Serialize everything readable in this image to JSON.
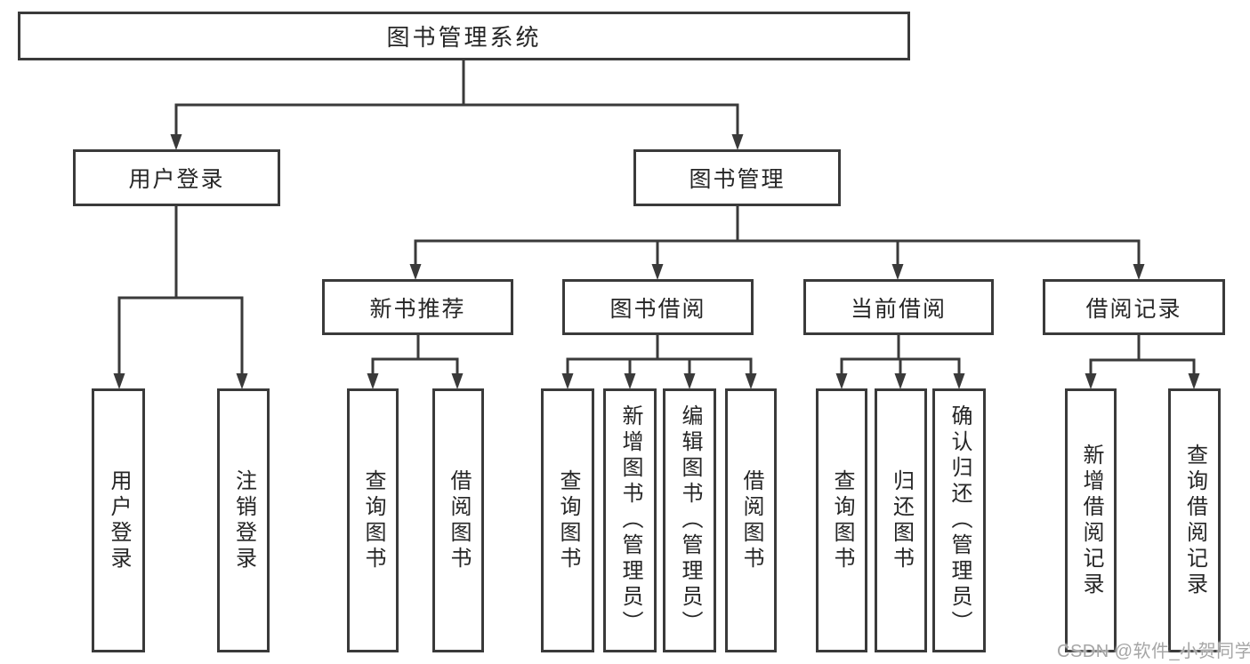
{
  "nodes": {
    "root": {
      "label": "图书管理系统"
    },
    "user_login": {
      "label": "用户登录"
    },
    "book_mgmt": {
      "label": "图书管理"
    },
    "new_book_rec": {
      "label": "新书推荐"
    },
    "book_borrow": {
      "label": "图书借阅"
    },
    "current_borrow": {
      "label": "当前借阅"
    },
    "borrow_records": {
      "label": "借阅记录"
    },
    "ul_login": {
      "label": "用户登录"
    },
    "ul_logout": {
      "label": "注销登录"
    },
    "nb_query": {
      "label": "查询图书"
    },
    "nb_borrow": {
      "label": "借阅图书"
    },
    "bb_query": {
      "label": "查询图书"
    },
    "bb_add": {
      "label": "新增图书（管理员）"
    },
    "bb_edit": {
      "label": "编辑图书（管理员）"
    },
    "bb_borrow": {
      "label": "借阅图书"
    },
    "cb_query": {
      "label": "查询图书"
    },
    "cb_return": {
      "label": "归还图书"
    },
    "cb_confirm": {
      "label": "确认归还（管理员）"
    },
    "br_add": {
      "label": "新增借阅记录"
    },
    "br_query": {
      "label": "查询借阅记录"
    }
  },
  "watermark": {
    "text": "CSDN @软件_小贺同学"
  },
  "colors": {
    "line": "#3a3a3a",
    "text": "#262626",
    "watermark": "#a6a6a6",
    "background": "#ffffff"
  }
}
